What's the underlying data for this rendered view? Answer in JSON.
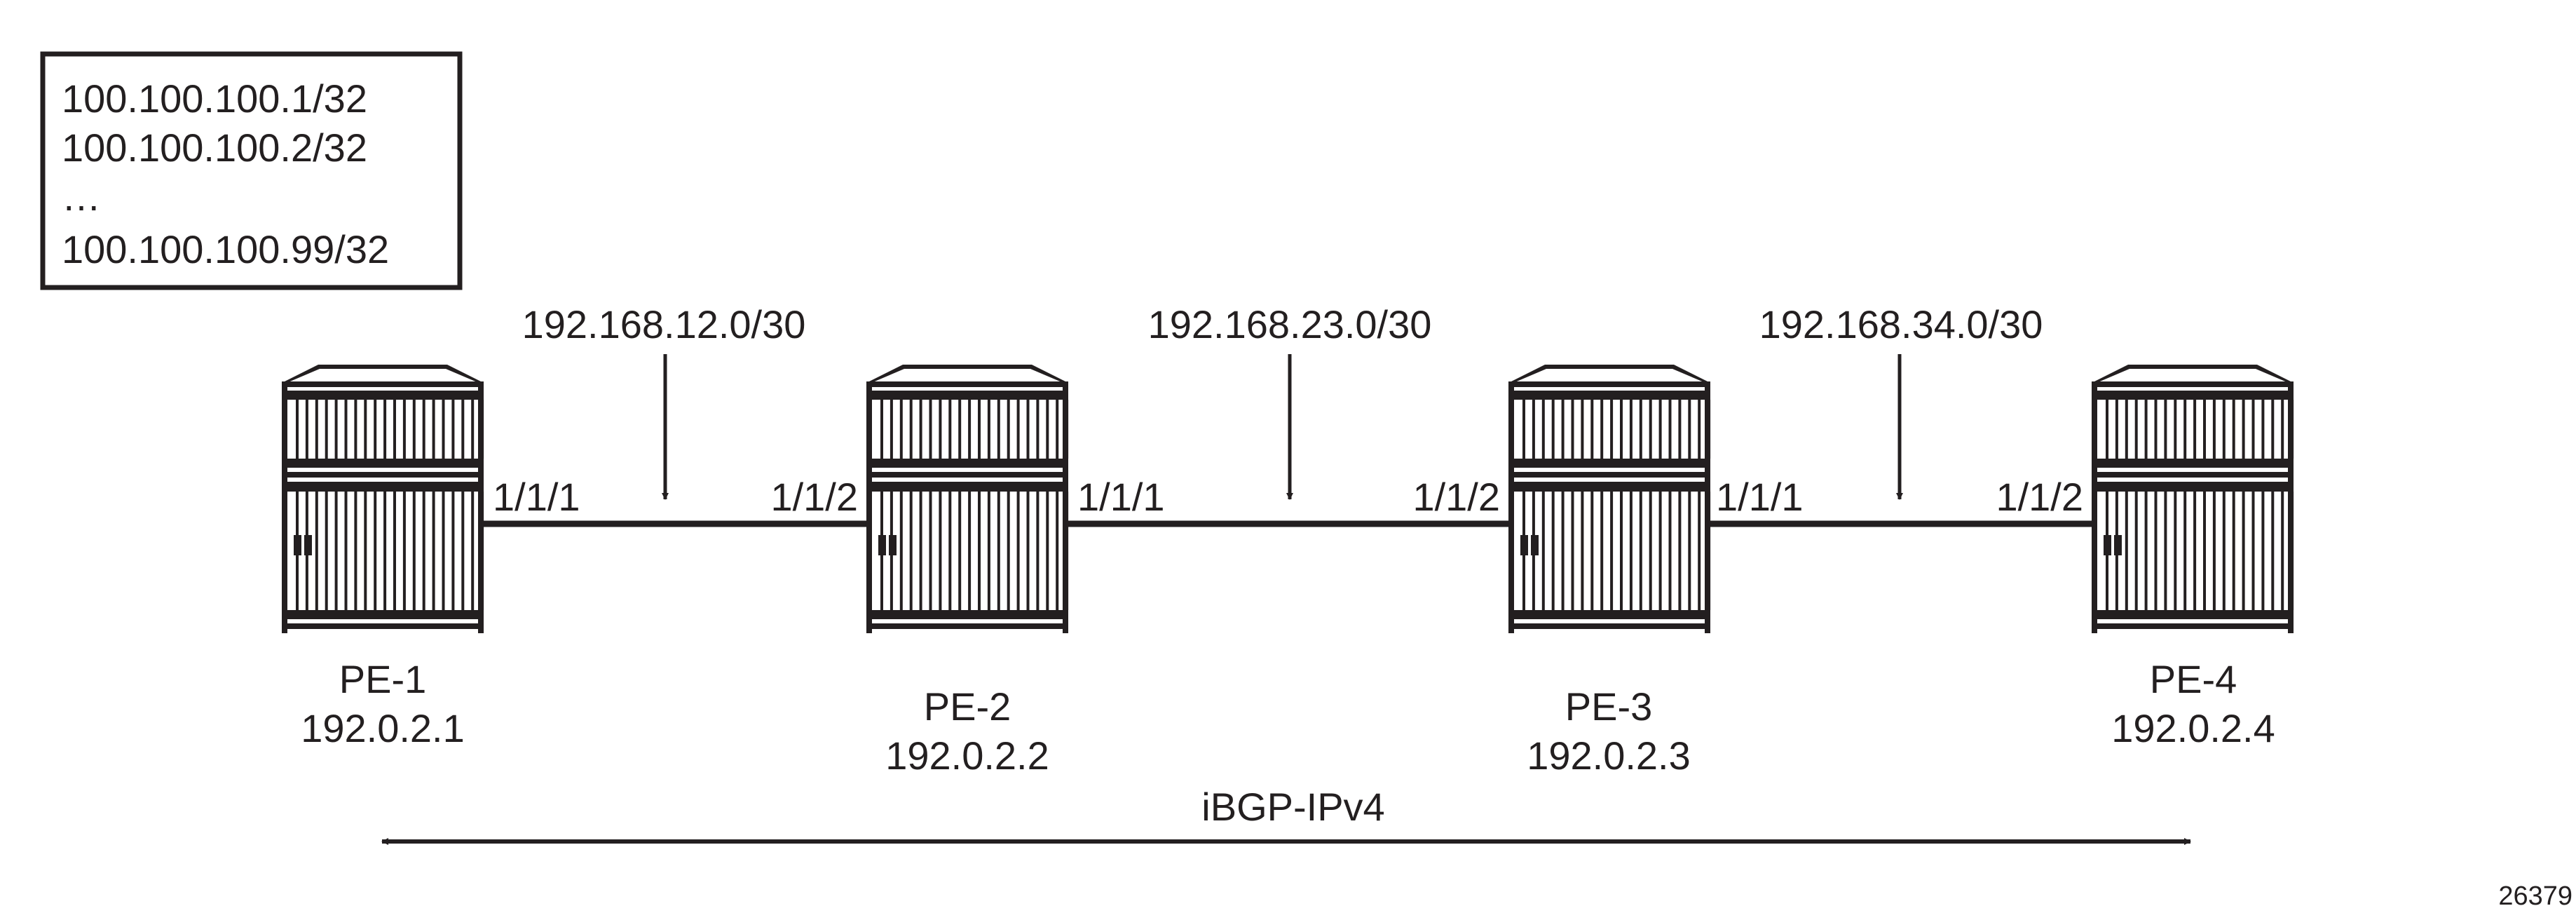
{
  "prefix_box": {
    "lines": [
      "100.100.100.1/32",
      "100.100.100.2/32",
      "…",
      "100.100.100.99/32"
    ]
  },
  "subnets": [
    "192.168.12.0/30",
    "192.168.23.0/30",
    "192.168.34.0/30"
  ],
  "routers": [
    {
      "name": "PE-1",
      "ip": "192.0.2.1"
    },
    {
      "name": "PE-2",
      "ip": "192.0.2.2"
    },
    {
      "name": "PE-3",
      "ip": "192.0.2.3"
    },
    {
      "name": "PE-4",
      "ip": "192.0.2.4"
    }
  ],
  "ports": {
    "pe1_right": "1/1/1",
    "pe2_left": "1/1/2",
    "pe2_right": "1/1/1",
    "pe3_left": "1/1/2",
    "pe3_right": "1/1/1",
    "pe4_left": "1/1/2"
  },
  "session": {
    "label": "iBGP-IPv4"
  },
  "figure_id": "26379",
  "colors": {
    "ink": "#231f20",
    "background": "#ffffff"
  }
}
